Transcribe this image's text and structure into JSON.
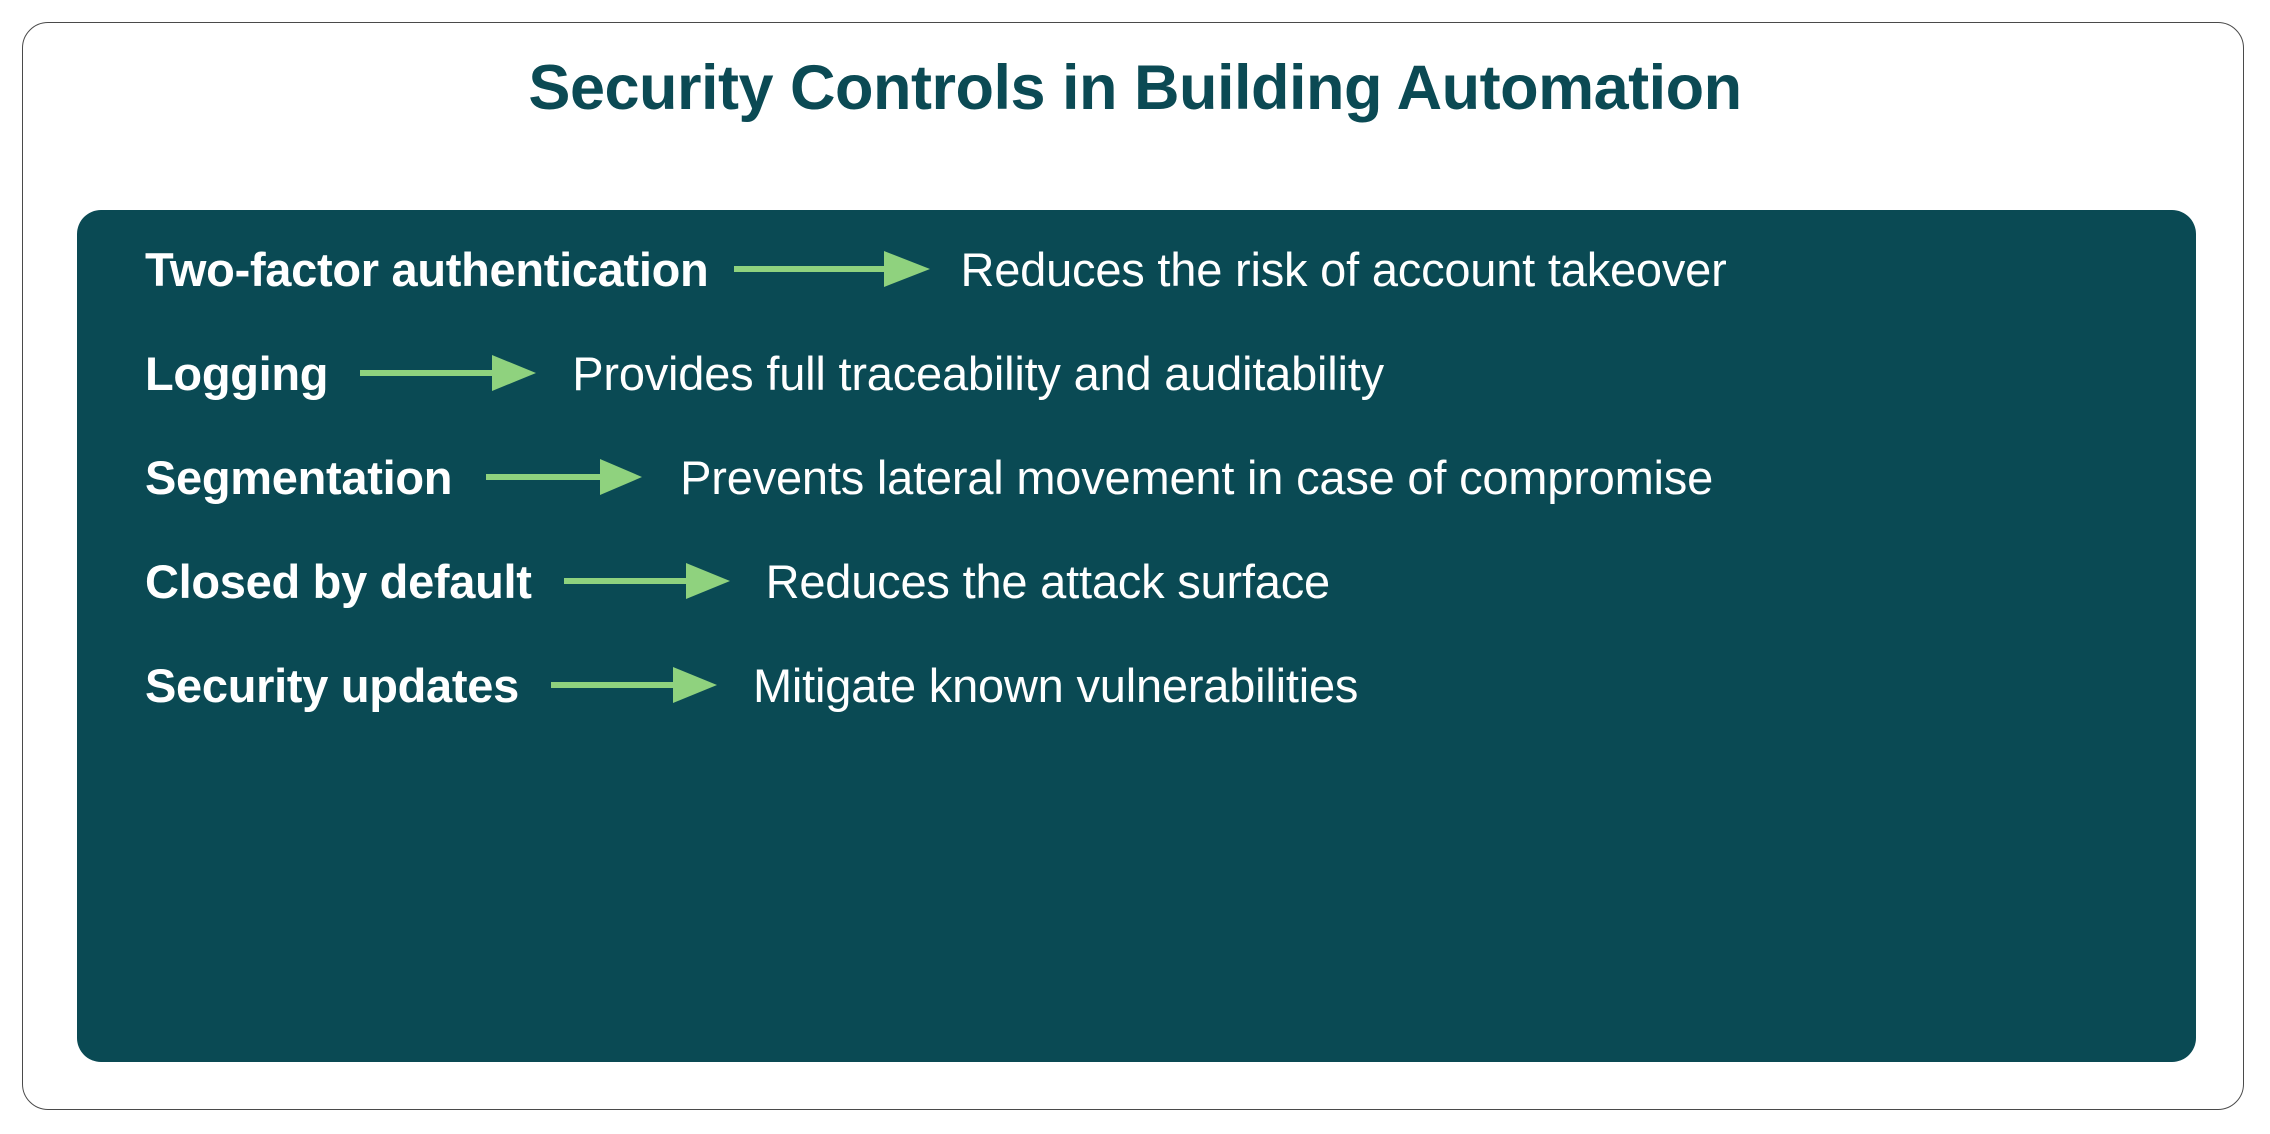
{
  "title": "Security Controls in Building Automation",
  "colors": {
    "title": "#0B4A54",
    "panel_background": "#0A4A54",
    "page_background": "#FFFFFF",
    "card_border": "#4A4A4A",
    "arrow": "#8FD27E",
    "text": "#FFFFFF"
  },
  "panel": {
    "rows": [
      {
        "label": "Two-factor authentication",
        "arrow": "right-arrow-icon",
        "description": "Reduces the risk of account takeover"
      },
      {
        "label": "Logging",
        "arrow": "right-arrow-icon",
        "description": "Provides full traceability and auditability"
      },
      {
        "label": "Segmentation",
        "arrow": "right-arrow-icon",
        "description": "Prevents lateral movement in case of compromise"
      },
      {
        "label": "Closed by default",
        "arrow": "right-arrow-icon",
        "description": "Reduces the attack surface"
      },
      {
        "label": "Security updates",
        "arrow": "right-arrow-icon",
        "description": "Mitigate known vulnerabilities"
      }
    ]
  }
}
